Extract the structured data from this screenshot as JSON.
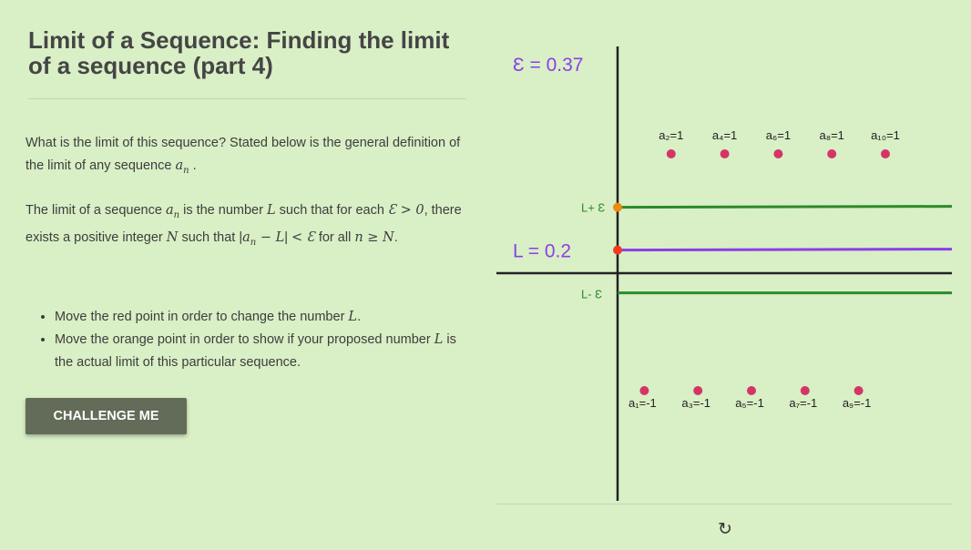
{
  "title": "Limit of a Sequence: Finding the limit of a sequence (part 4)",
  "intro": [
    {
      "t": "What is the limit of this sequence? Stated below is the general definition of the limit of any sequence "
    },
    {
      "t": "a",
      "m": true
    },
    {
      "t": "n",
      "m": true,
      "sub": true
    },
    {
      "t": " ."
    }
  ],
  "definition": [
    {
      "t": "The limit of a sequence "
    },
    {
      "t": "a",
      "m": true
    },
    {
      "t": "n",
      "m": true,
      "sub": true
    },
    {
      "t": " is the number "
    },
    {
      "t": "L",
      "m": true
    },
    {
      "t": " such that for each "
    },
    {
      "t": "Ɛ > 0",
      "m": true
    },
    {
      "t": ", there exists a positive integer "
    },
    {
      "t": "N",
      "m": true
    },
    {
      "t": " such that |"
    },
    {
      "t": "a",
      "m": true
    },
    {
      "t": "n",
      "m": true,
      "sub": true
    },
    {
      "t": " − L",
      "m": true
    },
    {
      "t": "| "
    },
    {
      "t": "< Ɛ",
      "m": true
    },
    {
      "t": " for all "
    },
    {
      "t": "n ≥ N",
      "m": true
    },
    {
      "t": "."
    }
  ],
  "bullets": [
    [
      {
        "t": "Move the red point in order to change the number "
      },
      {
        "t": "L",
        "m": true
      },
      {
        "t": "."
      }
    ],
    [
      {
        "t": "Move the orange point in order to show if your proposed number "
      },
      {
        "t": "L",
        "m": true
      },
      {
        "t": " is the actual limit of this particular sequence."
      }
    ]
  ],
  "challenge_label": "CHALLENGE ME",
  "refresh_icon": "refresh-icon",
  "graph": {
    "epsilon_label": "Ɛ = 0.37",
    "L_label": "L = 0.2",
    "upper_label": "L+ Ɛ",
    "lower_label": "L- Ɛ",
    "epsilon": 0.37,
    "L": 0.2,
    "colors": {
      "epsilon_text": "#8a3fe8",
      "L_line": "#8a3fe8",
      "band": "#2b8a2b",
      "points": "#d43566",
      "L_point": "#f03a22",
      "eps_point": "#f08a0a",
      "axes": "#222222"
    }
  },
  "chart_data": {
    "type": "scatter",
    "x": [
      1,
      2,
      3,
      4,
      5,
      6,
      7,
      8,
      9,
      10
    ],
    "y": [
      -1,
      1,
      -1,
      1,
      -1,
      1,
      -1,
      1,
      -1,
      1
    ],
    "labels": [
      "a₁=-1",
      "a₂=1",
      "a₃=-1",
      "a₄=1",
      "a₅=-1",
      "a₆=1",
      "a₇=-1",
      "a₈=1",
      "a₉=-1",
      "a₁₀=1"
    ]
  }
}
